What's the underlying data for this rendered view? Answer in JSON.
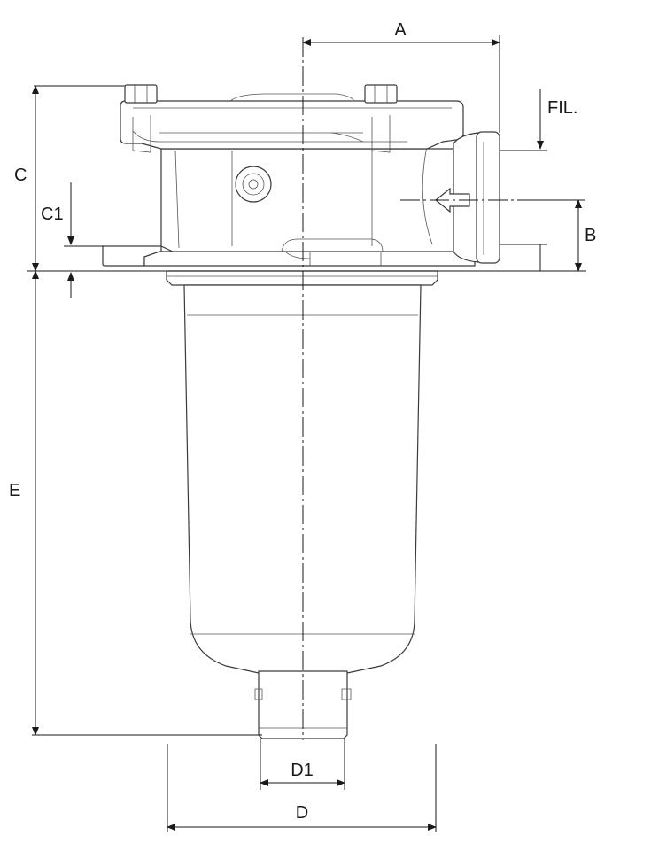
{
  "labels": {
    "A": "A",
    "B": "B",
    "C": "C",
    "C1": "C1",
    "D": "D",
    "D1": "D1",
    "E": "E",
    "FIL": "FIL."
  },
  "colors": {
    "line": "#3a3a3a",
    "dimension": "#1a1a1a",
    "background": "#ffffff"
  },
  "icons": {
    "flow_arrow": "inlet-flow-arrow-icon",
    "bolt": "hex-bolt-icon",
    "gauge_port": "gauge-port-icon"
  }
}
